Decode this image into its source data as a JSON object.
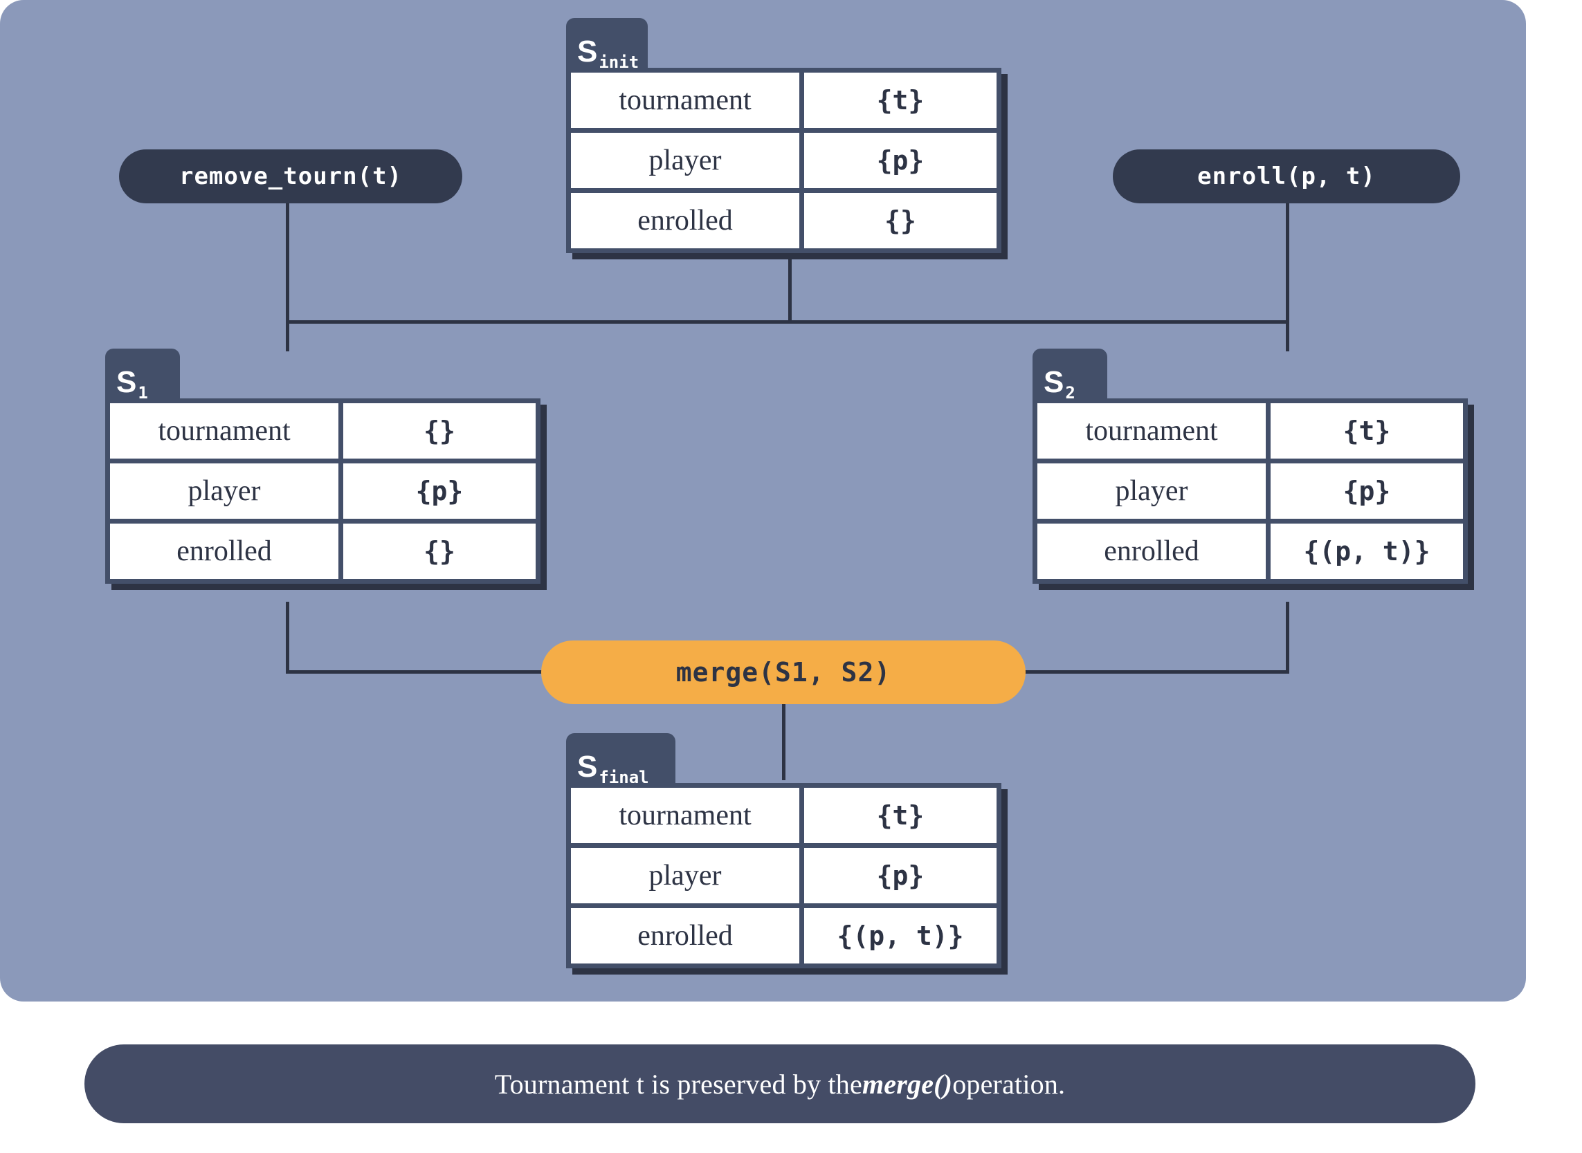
{
  "panel": {
    "background_color": "#8B99BA",
    "stripe_color": "#0DB3B3"
  },
  "caption": {
    "text_before": "Tournament t is preserved by the ",
    "emphasis": "merge()",
    "text_after": " operation.",
    "background_color": "#444C66"
  },
  "operations": {
    "remove_tourn": {
      "label": "remove_tourn(t)",
      "color": "#323A4E"
    },
    "enroll": {
      "label": "enroll(p, t)",
      "color": "#323A4E"
    },
    "merge": {
      "label": "merge(S1, S2)",
      "color": "#F5AD47"
    }
  },
  "states": {
    "init": {
      "tab_main": "S",
      "tab_sub": "init",
      "rows": [
        {
          "key": "tournament",
          "value": "{t}"
        },
        {
          "key": "player",
          "value": "{p}"
        },
        {
          "key": "enrolled",
          "value": "{}"
        }
      ]
    },
    "s1": {
      "tab_main": "S",
      "tab_sub": "1",
      "rows": [
        {
          "key": "tournament",
          "value": "{}"
        },
        {
          "key": "player",
          "value": "{p}"
        },
        {
          "key": "enrolled",
          "value": "{}"
        }
      ]
    },
    "s2": {
      "tab_main": "S",
      "tab_sub": "2",
      "rows": [
        {
          "key": "tournament",
          "value": "{t}"
        },
        {
          "key": "player",
          "value": "{p}"
        },
        {
          "key": "enrolled",
          "value": "{(p, t)}"
        }
      ]
    },
    "final": {
      "tab_main": "S",
      "tab_sub": "final",
      "rows": [
        {
          "key": "tournament",
          "value": "{t}"
        },
        {
          "key": "player",
          "value": "{p}"
        },
        {
          "key": "enrolled",
          "value": "{(p, t)}"
        }
      ]
    }
  }
}
